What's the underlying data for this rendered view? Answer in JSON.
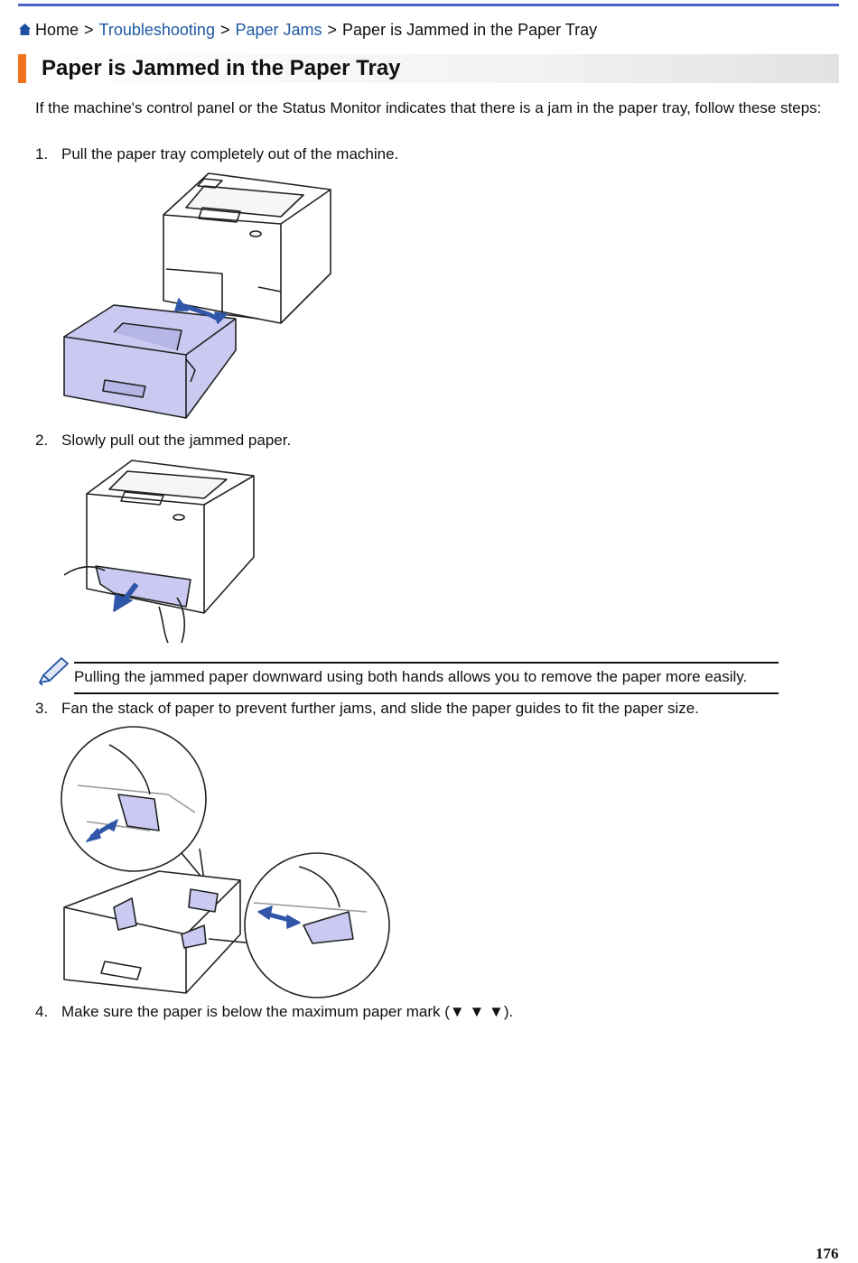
{
  "breadcrumb": {
    "home": "Home",
    "items": [
      "Troubleshooting",
      "Paper Jams"
    ],
    "current": "Paper is Jammed in the Paper Tray",
    "separator": ">"
  },
  "title": "Paper is Jammed in the Paper Tray",
  "intro": "If the machine's control panel or the Status Monitor indicates that there is a jam in the paper tray, follow these steps:",
  "steps": [
    {
      "num": "1.",
      "text": "Pull the paper tray completely out of the machine."
    },
    {
      "num": "2.",
      "text": "Slowly pull out the jammed paper."
    },
    {
      "num": "3.",
      "text": "Fan the stack of paper to prevent further jams, and slide the paper guides to fit the paper size."
    },
    {
      "num": "4.",
      "text": "Make sure the paper is below the maximum paper mark (▼ ▼ ▼)."
    }
  ],
  "note": "Pulling the jammed paper downward using both hands allows you to remove the paper more easily.",
  "page_number": "176",
  "icons": {
    "home": "home-icon",
    "note": "pencil-note-icon"
  },
  "colors": {
    "accent": "#f0741e",
    "link": "#1f5aa6",
    "topbar": "#4b62c8",
    "illustration_fill": "#c9c9f1",
    "arrow": "#2f56a8"
  }
}
